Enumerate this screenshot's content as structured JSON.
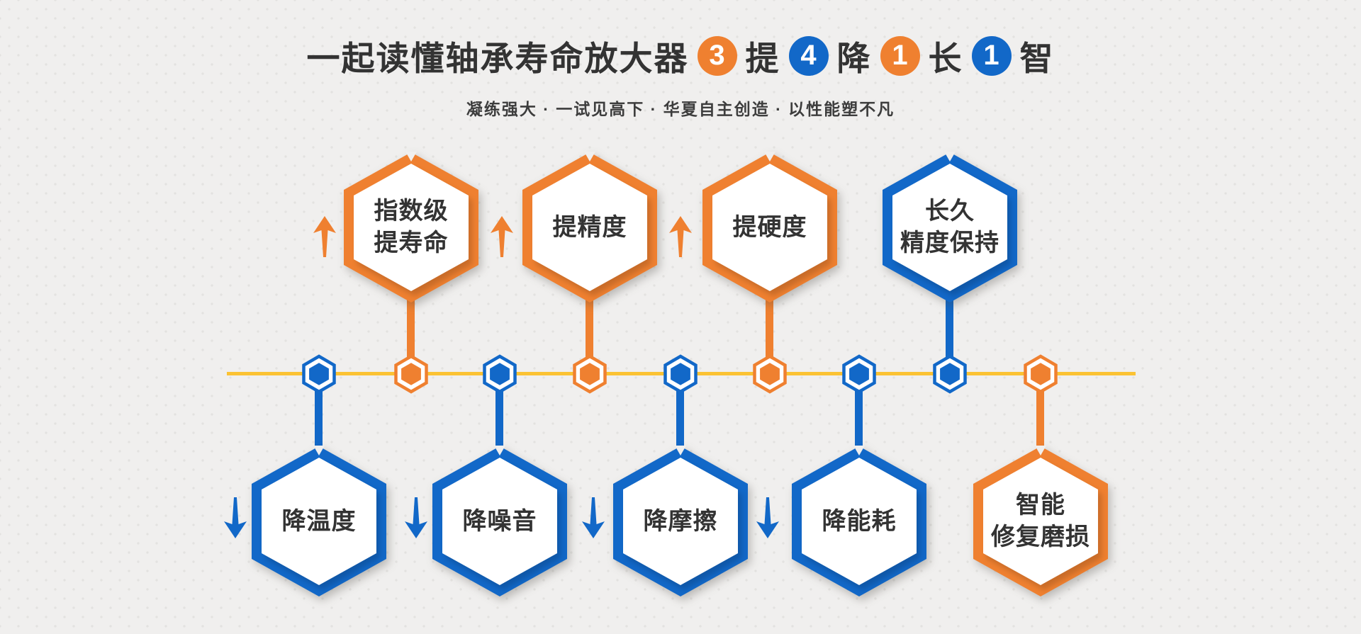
{
  "colors": {
    "orange": "#EF8030",
    "blue": "#1268C8",
    "timeline_yellow": "#FBC233",
    "text_dark": "#333333",
    "background": "#F0EFEE"
  },
  "header": {
    "title_prefix": "一起读懂轴承寿命放大器",
    "badges": [
      {
        "number": "3",
        "suffix": "提",
        "color": "orange"
      },
      {
        "number": "4",
        "suffix": "降",
        "color": "blue"
      },
      {
        "number": "1",
        "suffix": "长",
        "color": "orange"
      },
      {
        "number": "1",
        "suffix": "智",
        "color": "blue"
      }
    ],
    "subtitle": "凝练强大 · 一试见高下 · 华夏自主创造 · 以性能塑不凡"
  },
  "diagram": {
    "top_hexagons": [
      {
        "line1": "指数级",
        "line2": "提寿命",
        "color": "orange"
      },
      {
        "line1": "提精度",
        "line2": "",
        "color": "orange"
      },
      {
        "line1": "提硬度",
        "line2": "",
        "color": "orange"
      },
      {
        "line1": "长久",
        "line2": "精度保持",
        "color": "blue"
      }
    ],
    "bottom_hexagons": [
      {
        "line1": "降温度",
        "line2": "",
        "color": "blue"
      },
      {
        "line1": "降噪音",
        "line2": "",
        "color": "blue"
      },
      {
        "line1": "降摩擦",
        "line2": "",
        "color": "blue"
      },
      {
        "line1": "降能耗",
        "line2": "",
        "color": "blue"
      },
      {
        "line1": "智能",
        "line2": "修复磨损",
        "color": "orange"
      }
    ],
    "timeline_nodes": [
      "blue",
      "orange",
      "blue",
      "orange",
      "blue",
      "orange",
      "blue",
      "blue",
      "orange"
    ],
    "up_arrows": 3,
    "down_arrows": 4
  }
}
